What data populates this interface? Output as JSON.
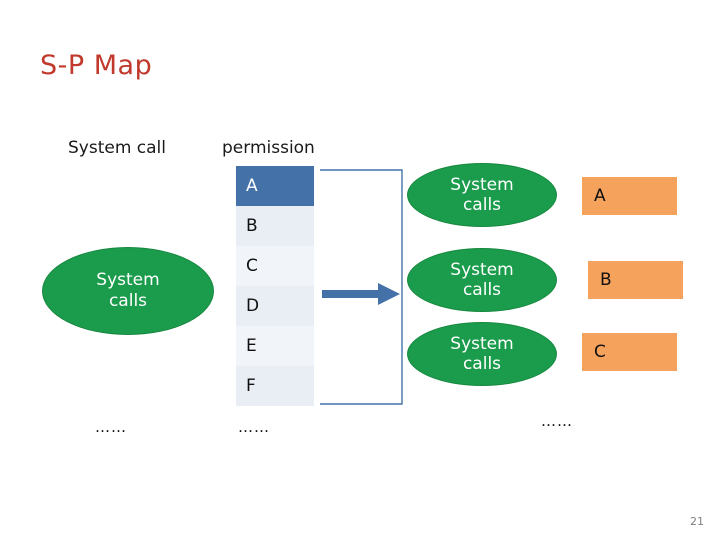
{
  "slide": {
    "title": "S-P Map",
    "page_number": "21",
    "columns": {
      "system_call_header": "System call",
      "permission_header": "permission"
    },
    "left_group": {
      "ellipse_label": "System\ncalls",
      "ellipse_line1": "System",
      "ellipse_line2": "calls",
      "ellipsis": "……"
    },
    "permissions": [
      {
        "label": "A",
        "style": "dark"
      },
      {
        "label": "B",
        "style": "light"
      },
      {
        "label": "C",
        "style": "lighter"
      },
      {
        "label": "D",
        "style": "light"
      },
      {
        "label": "E",
        "style": "lighter"
      },
      {
        "label": "F",
        "style": "light"
      }
    ],
    "permission_ellipsis": "……",
    "mapped_groups": [
      {
        "ellipse_line1": "System",
        "ellipse_line2": "calls",
        "permission": "A"
      },
      {
        "ellipse_line1": "System",
        "ellipse_line2": "calls",
        "permission": "B"
      },
      {
        "ellipse_line1": "System",
        "ellipse_line2": "calls",
        "permission": "C"
      }
    ],
    "mapped_ellipsis": "……",
    "colors": {
      "title": "#c0392b",
      "ellipse_green": "#1a9c4c",
      "permission_dark": "#4472a8",
      "permission_light": "#e9edf4",
      "orange_box": "#f5a25d",
      "arrow": "#4472a8",
      "bracket": "#4472a8"
    }
  }
}
